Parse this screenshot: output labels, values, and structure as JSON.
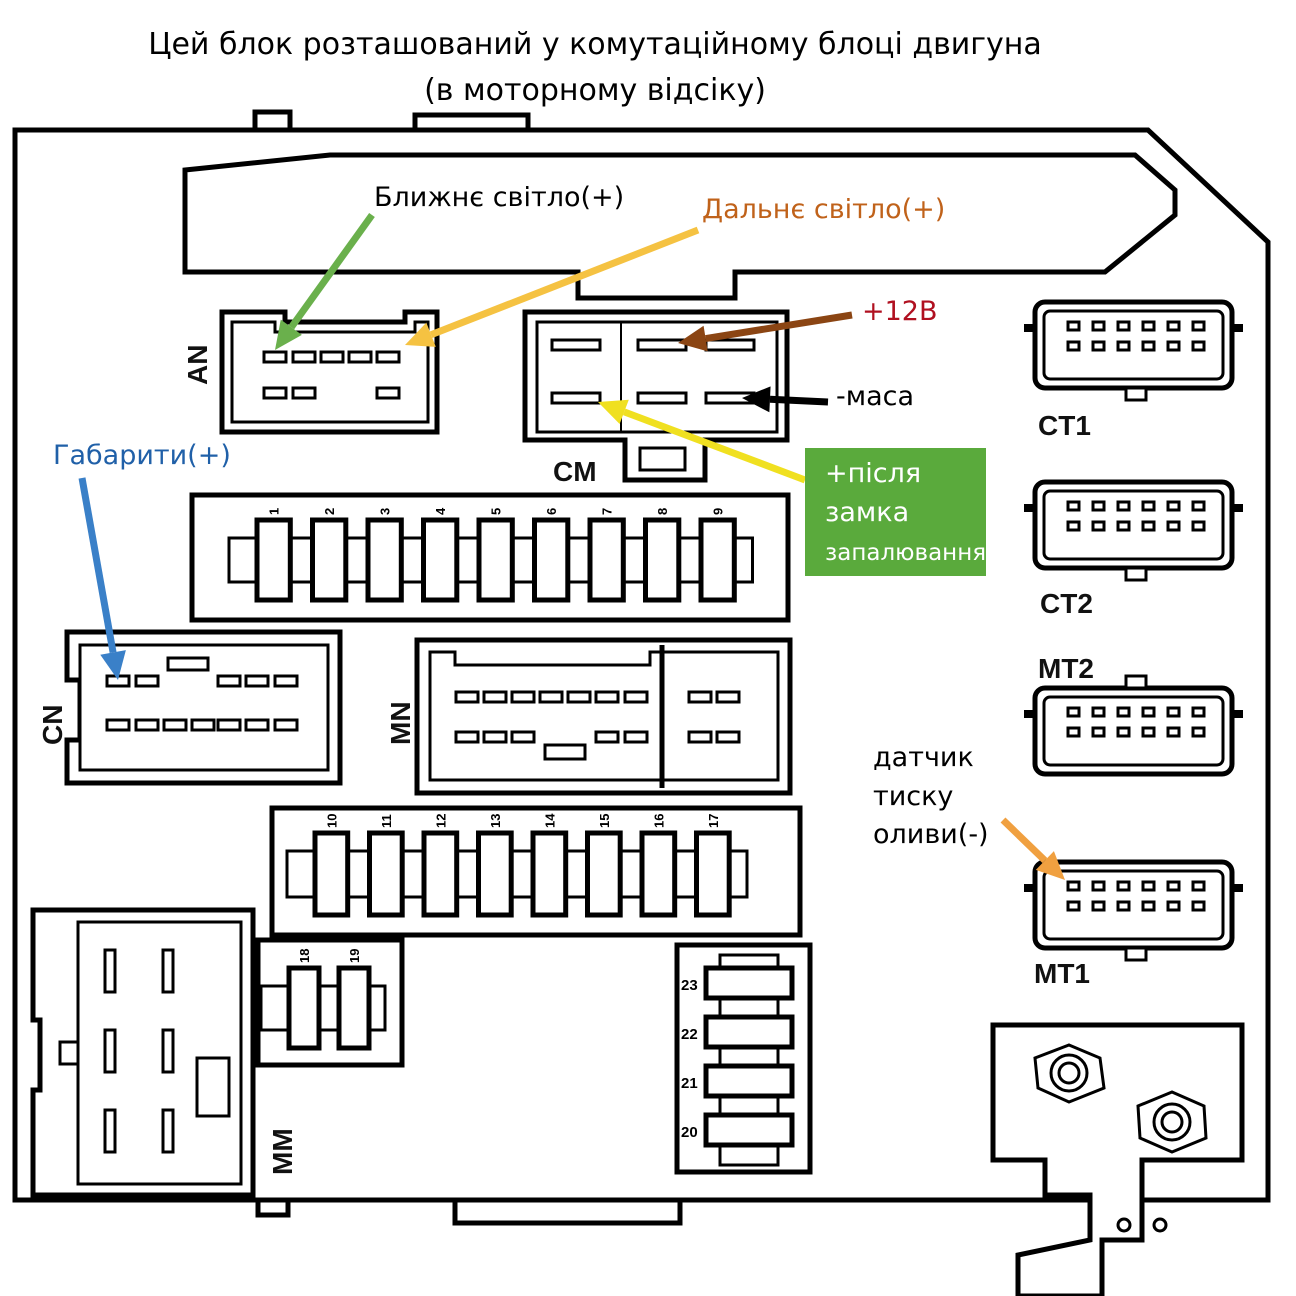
{
  "title": {
    "line1": "Цей блок розташований у комутаційному блоці двигуна",
    "line2": "(в моторному відсіку)"
  },
  "connectors": {
    "an": "AN",
    "cm": "CM",
    "cn": "CN",
    "mn": "MN",
    "mm": "MM",
    "ct1": "CT1",
    "ct2": "CT2",
    "mt2": "MT2",
    "mt1": "MT1"
  },
  "annotations": {
    "low_beam": {
      "text": "Ближнє світло(+)",
      "color": "#000000",
      "arrow_color": "#6ab04c"
    },
    "high_beam": {
      "text": "Дальнє світло(+)",
      "color": "#c0621a",
      "arrow_color": "#f5c242"
    },
    "plus12": {
      "text": "+12В",
      "color": "#b01020",
      "arrow_color": "#8b4513"
    },
    "ground": {
      "text": "-маса",
      "color": "#000000",
      "arrow_color": "#000000"
    },
    "parking": {
      "text": "Габарити(+)",
      "color": "#2060a8",
      "arrow_color": "#3a80c8"
    },
    "ignition": {
      "line1": "+після",
      "line2": "замка",
      "line3": "запалювання",
      "bg": "#5aaa3c",
      "arrow_color": "#f0e020"
    },
    "oil_sensor": {
      "line1": "датчик",
      "line2": "тиску",
      "line3": "оливи(-)",
      "arrow_color": "#f0a040"
    }
  },
  "fuses_row1": [
    "1",
    "2",
    "3",
    "4",
    "5",
    "6",
    "7",
    "8",
    "9"
  ],
  "fuses_row2": [
    "10",
    "11",
    "12",
    "13",
    "14",
    "15",
    "16",
    "17"
  ],
  "fuses_small": [
    "18",
    "19"
  ],
  "relay_fuses": [
    "23",
    "22",
    "21",
    "20"
  ]
}
